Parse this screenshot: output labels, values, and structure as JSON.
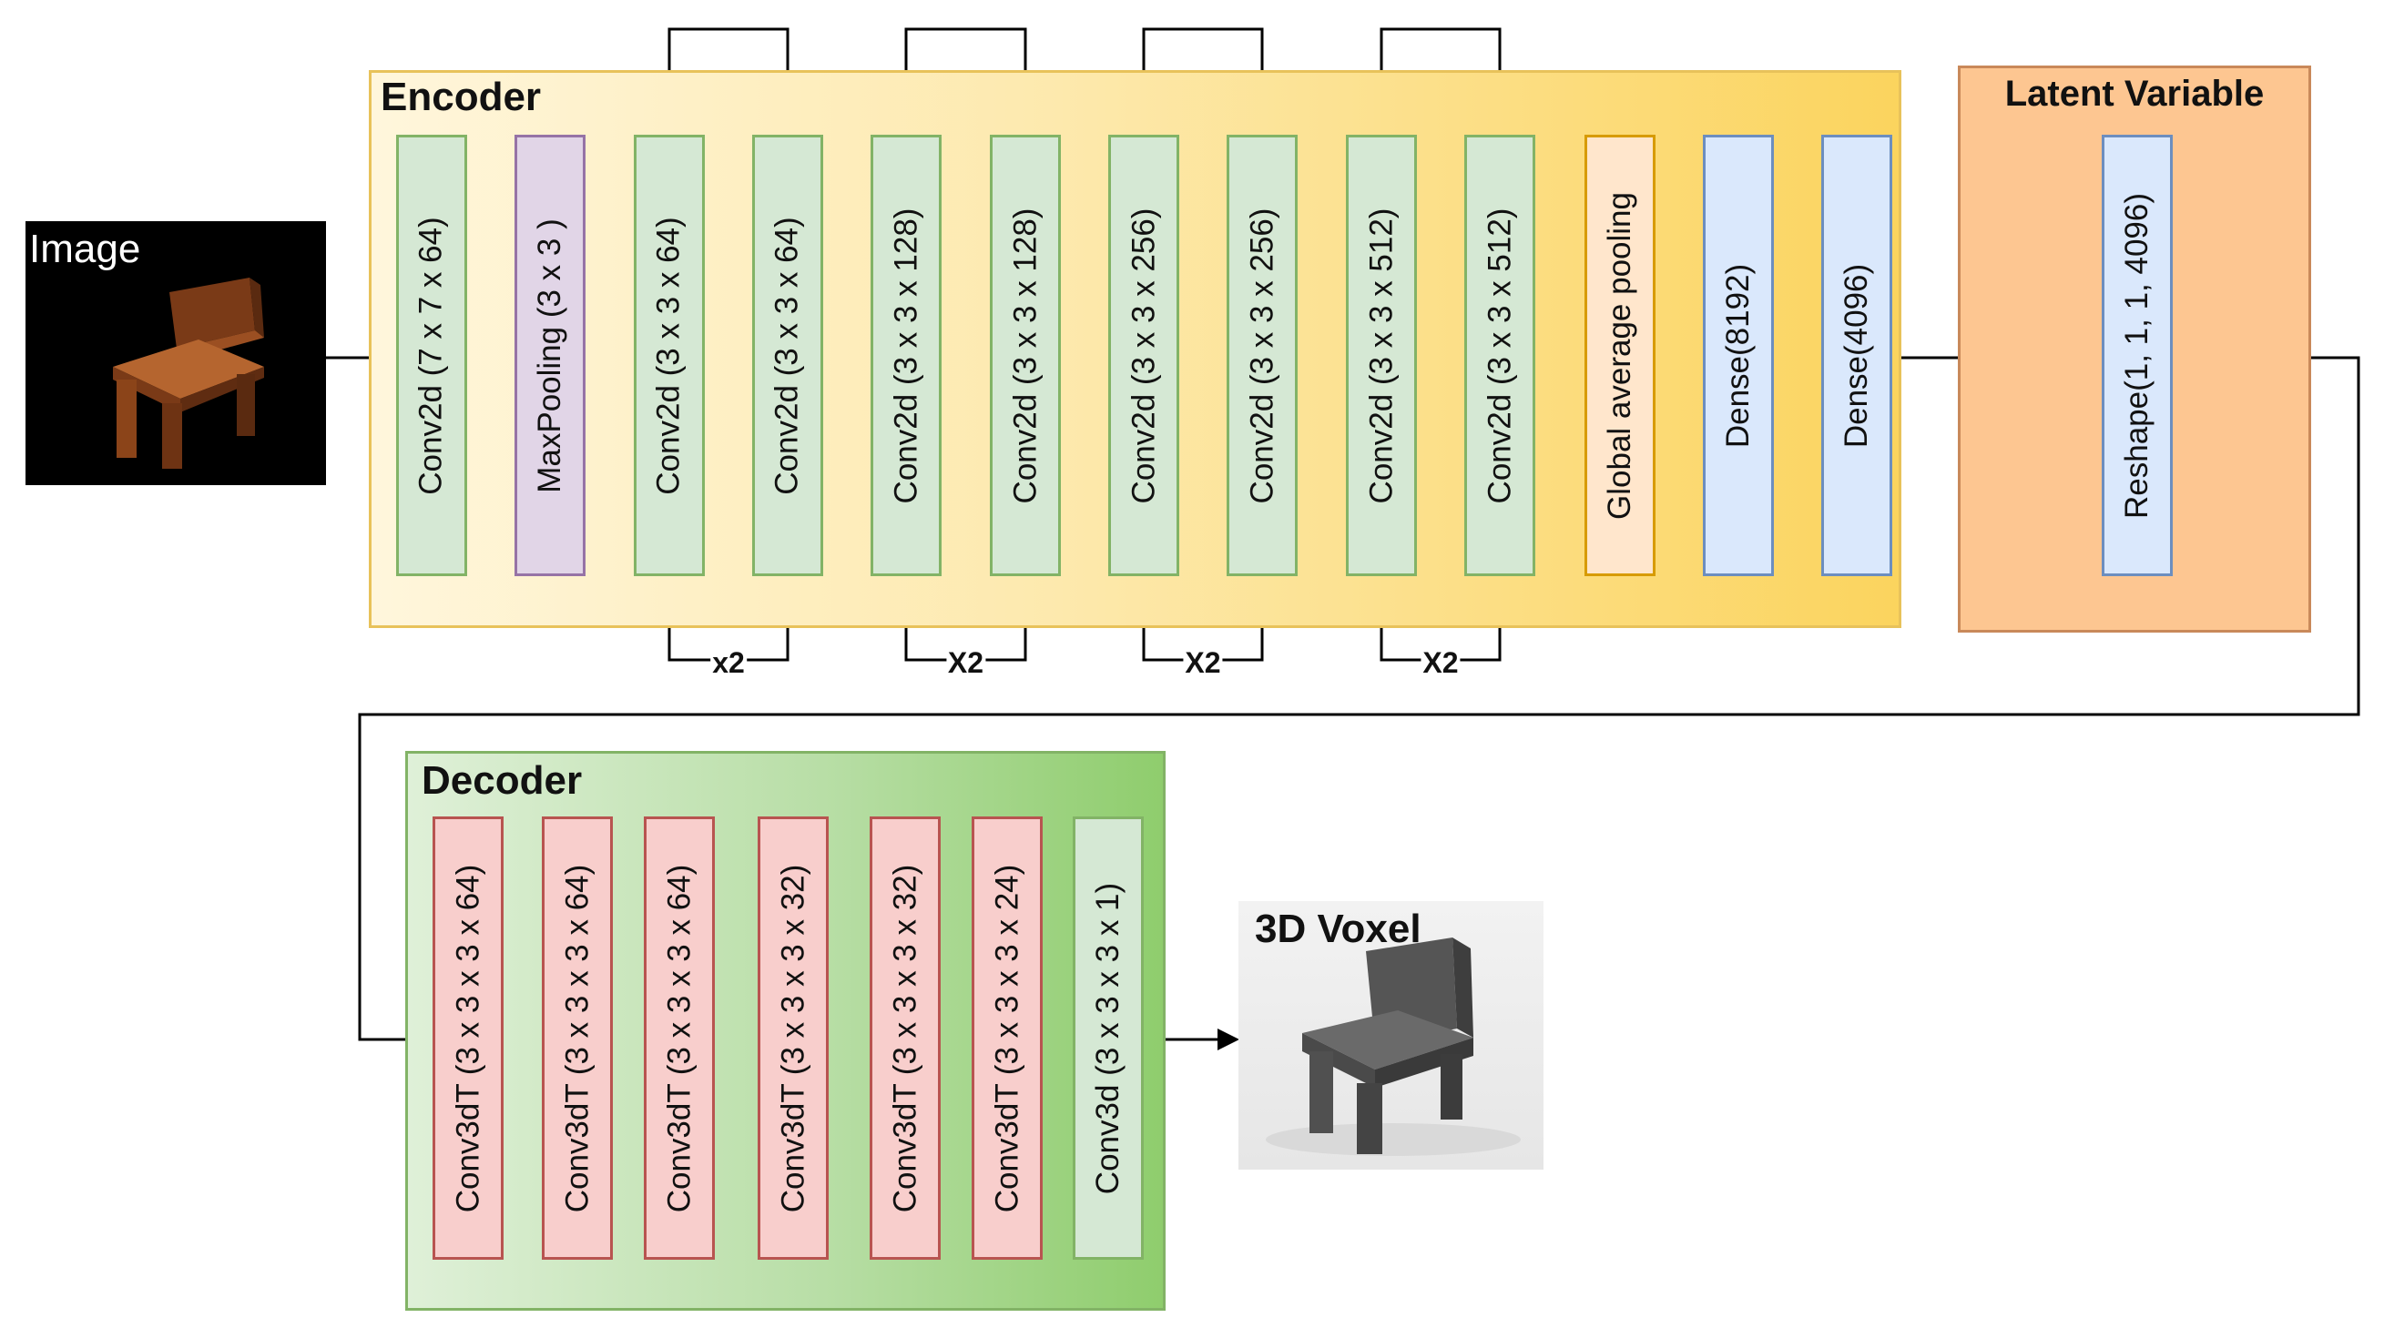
{
  "input_image": {
    "label": "Image",
    "object": "brown-chair-image"
  },
  "encoder": {
    "title": "Encoder",
    "layers": [
      {
        "label": "Conv2d  (7 x 7 x 64)",
        "kind": "conv",
        "color": "#d5e8d4"
      },
      {
        "label": "MaxPooling  (3 x 3 )",
        "kind": "pool",
        "color": "#e1d5e7"
      },
      {
        "label": "Conv2d  (3 x 3 x 64)",
        "kind": "conv",
        "color": "#d5e8d4"
      },
      {
        "label": "Conv2d  (3 x 3 x 64)",
        "kind": "conv",
        "color": "#d5e8d4"
      },
      {
        "label": "Conv2d  (3 x 3 x 128)",
        "kind": "conv",
        "color": "#d5e8d4"
      },
      {
        "label": "Conv2d  (3 x 3 x 128)",
        "kind": "conv",
        "color": "#d5e8d4"
      },
      {
        "label": "Conv2d  (3 x 3 x 256)",
        "kind": "conv",
        "color": "#d5e8d4"
      },
      {
        "label": "Conv2d  (3 x 3 x 256)",
        "kind": "conv",
        "color": "#d5e8d4"
      },
      {
        "label": "Conv2d  (3 x 3 x 512)",
        "kind": "conv",
        "color": "#d5e8d4"
      },
      {
        "label": "Conv2d  (3 x 3 x 512)",
        "kind": "conv",
        "color": "#d5e8d4"
      },
      {
        "label": "Global average pooling",
        "kind": "gap",
        "color": "#ffe6cc"
      },
      {
        "label": "Dense(8192)",
        "kind": "dense",
        "color": "#dae8fc"
      },
      {
        "label": "Dense(4096)",
        "kind": "dense",
        "color": "#dae8fc"
      }
    ],
    "repeats": [
      {
        "from": 2,
        "to": 3,
        "label": "x2"
      },
      {
        "from": 4,
        "to": 5,
        "label": "X2"
      },
      {
        "from": 6,
        "to": 7,
        "label": "X2"
      },
      {
        "from": 8,
        "to": 9,
        "label": "X2"
      }
    ]
  },
  "latent": {
    "title": "Latent Variable",
    "layer": {
      "label": "Reshape(1, 1, 1, 4096)",
      "kind": "dense",
      "color": "#dae8fc"
    }
  },
  "decoder": {
    "title": "Decoder",
    "layers": [
      {
        "label": "Conv3dT (3 x 3 x 3 x 64)",
        "kind": "deconv",
        "color": "#f8cecc"
      },
      {
        "label": "Conv3dT (3 x 3 x 3 x 64)",
        "kind": "deconv",
        "color": "#f8cecc"
      },
      {
        "label": "Conv3dT (3 x 3 x 3 x 64)",
        "kind": "deconv",
        "color": "#f8cecc"
      },
      {
        "label": "Conv3dT (3 x 3 x 3 x 32)",
        "kind": "deconv",
        "color": "#f8cecc"
      },
      {
        "label": "Conv3dT (3 x 3 x 3 x 32)",
        "kind": "deconv",
        "color": "#f8cecc"
      },
      {
        "label": "Conv3dT (3 x 3 x 3 x 24)",
        "kind": "deconv",
        "color": "#f8cecc"
      },
      {
        "label": "Conv3d  (3 x 3 x 3 x 1)",
        "kind": "conv",
        "color": "#d5e8d4"
      }
    ]
  },
  "output_voxel": {
    "label": "3D Voxel",
    "object": "gray-voxel-chair"
  },
  "colors": {
    "encoder_bg_start": "#fff6dc",
    "encoder_bg_end": "#fbd45e",
    "latent_bg": "#fdc691",
    "decoder_bg_start": "#dff0d8",
    "decoder_bg_end": "#8fcd6d",
    "arrow": "#000000"
  }
}
